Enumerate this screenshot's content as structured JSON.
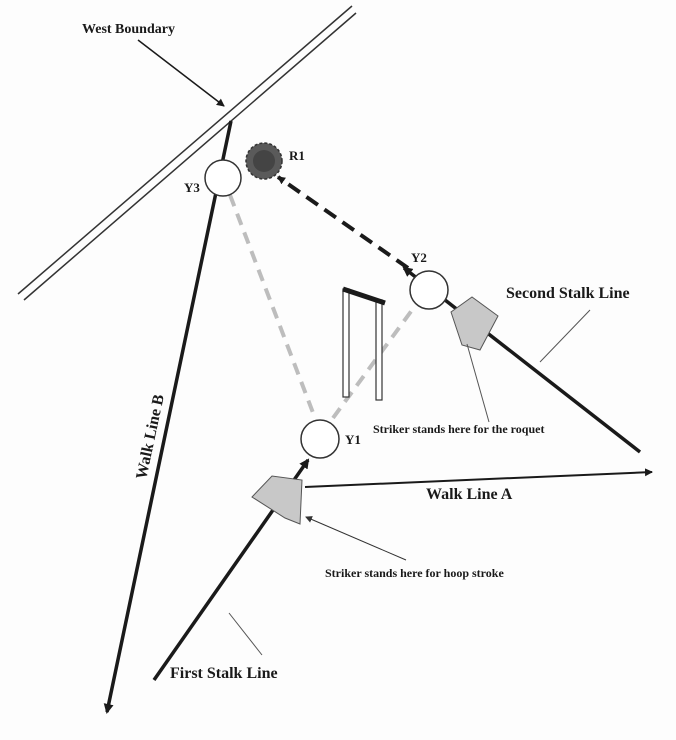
{
  "labels": {
    "west_boundary": "West Boundary",
    "r1": "R1",
    "y1": "Y1",
    "y2": "Y2",
    "y3": "Y3",
    "second_stalk_line": "Second  Stalk Line",
    "walk_line_b": "Walk Line B",
    "walk_line_a": "Walk Line A",
    "first_stalk_line": "First Stalk Line",
    "striker_croquet": "Striker stands here for the roquet",
    "striker_hoop": "Striker stands here for hoop stroke"
  },
  "colors": {
    "line": "#1a1a1a",
    "dashed_grey": "#bdbdbd",
    "ball_red": "#555555",
    "foot_fill": "#c8c8c8"
  }
}
